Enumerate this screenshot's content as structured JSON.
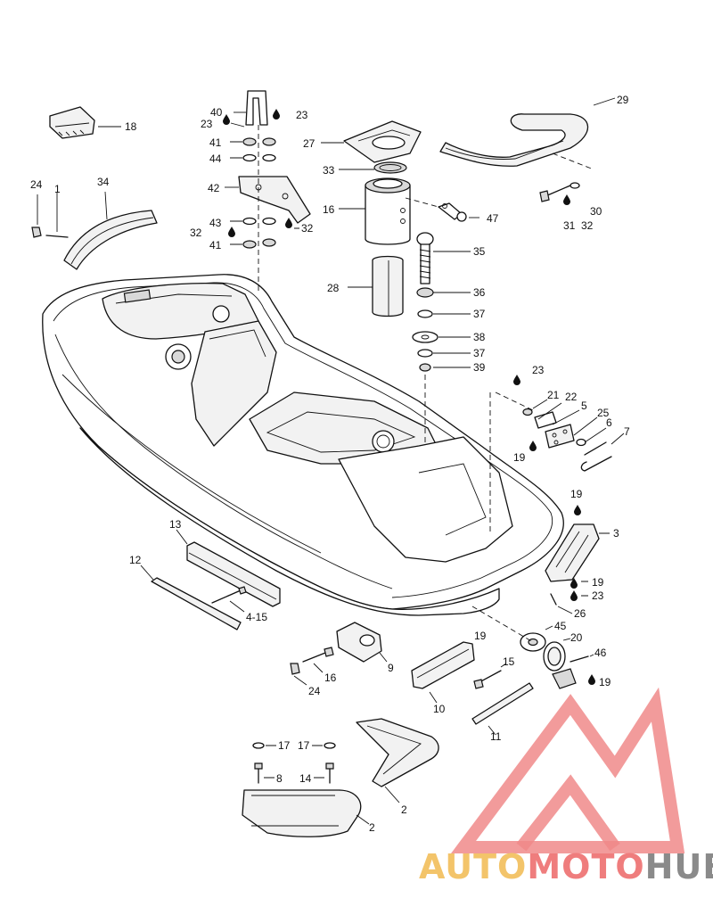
{
  "diagram": {
    "callouts": [
      {
        "id": "c-18",
        "label": "18"
      },
      {
        "id": "c-24a",
        "label": "24"
      },
      {
        "id": "c-1",
        "label": "1"
      },
      {
        "id": "c-34",
        "label": "34"
      },
      {
        "id": "c-40",
        "label": "40"
      },
      {
        "id": "c-23a",
        "label": "23"
      },
      {
        "id": "c-23b",
        "label": "23"
      },
      {
        "id": "c-41a",
        "label": "41"
      },
      {
        "id": "c-44",
        "label": "44"
      },
      {
        "id": "c-42",
        "label": "42"
      },
      {
        "id": "c-43",
        "label": "43"
      },
      {
        "id": "c-32a",
        "label": "32"
      },
      {
        "id": "c-32b",
        "label": "32"
      },
      {
        "id": "c-41b",
        "label": "41"
      },
      {
        "id": "c-27",
        "label": "27"
      },
      {
        "id": "c-33",
        "label": "33"
      },
      {
        "id": "c-16a",
        "label": "16"
      },
      {
        "id": "c-28",
        "label": "28"
      },
      {
        "id": "c-29",
        "label": "29"
      },
      {
        "id": "c-30",
        "label": "30"
      },
      {
        "id": "c-31",
        "label": "31"
      },
      {
        "id": "c-32c",
        "label": "32"
      },
      {
        "id": "c-47",
        "label": "47"
      },
      {
        "id": "c-35",
        "label": "35"
      },
      {
        "id": "c-36",
        "label": "36"
      },
      {
        "id": "c-37a",
        "label": "37"
      },
      {
        "id": "c-38",
        "label": "38"
      },
      {
        "id": "c-37b",
        "label": "37"
      },
      {
        "id": "c-39",
        "label": "39"
      },
      {
        "id": "c-23c",
        "label": "23"
      },
      {
        "id": "c-21",
        "label": "21"
      },
      {
        "id": "c-22",
        "label": "22"
      },
      {
        "id": "c-5",
        "label": "5"
      },
      {
        "id": "c-25",
        "label": "25"
      },
      {
        "id": "c-6",
        "label": "6"
      },
      {
        "id": "c-7",
        "label": "7"
      },
      {
        "id": "c-19a",
        "label": "19"
      },
      {
        "id": "c-19b",
        "label": "19"
      },
      {
        "id": "c-3",
        "label": "3"
      },
      {
        "id": "c-19c",
        "label": "19"
      },
      {
        "id": "c-23d",
        "label": "23"
      },
      {
        "id": "c-26",
        "label": "26"
      },
      {
        "id": "c-13",
        "label": "13"
      },
      {
        "id": "c-12",
        "label": "12"
      },
      {
        "id": "c-4-15",
        "label": "4-15"
      },
      {
        "id": "c-19d",
        "label": "19"
      },
      {
        "id": "c-45",
        "label": "45"
      },
      {
        "id": "c-20",
        "label": "20"
      },
      {
        "id": "c-46",
        "label": "46"
      },
      {
        "id": "c-19e",
        "label": "19"
      },
      {
        "id": "c-9",
        "label": "9"
      },
      {
        "id": "c-16b",
        "label": "16"
      },
      {
        "id": "c-24b",
        "label": "24"
      },
      {
        "id": "c-15",
        "label": "15"
      },
      {
        "id": "c-10",
        "label": "10"
      },
      {
        "id": "c-11",
        "label": "11"
      },
      {
        "id": "c-17a",
        "label": "17"
      },
      {
        "id": "c-17b",
        "label": "17"
      },
      {
        "id": "c-8",
        "label": "8"
      },
      {
        "id": "c-14",
        "label": "14"
      },
      {
        "id": "c-2a",
        "label": "2"
      },
      {
        "id": "c-2b",
        "label": "2"
      }
    ]
  },
  "watermark": {
    "word_part1": "AUTO",
    "word_part2": "MOTO",
    "word_part3": "HUB",
    "colors": {
      "auto": "#f3c46a",
      "moto": "#ef7d7d",
      "hub": "#8a8a8a"
    }
  }
}
